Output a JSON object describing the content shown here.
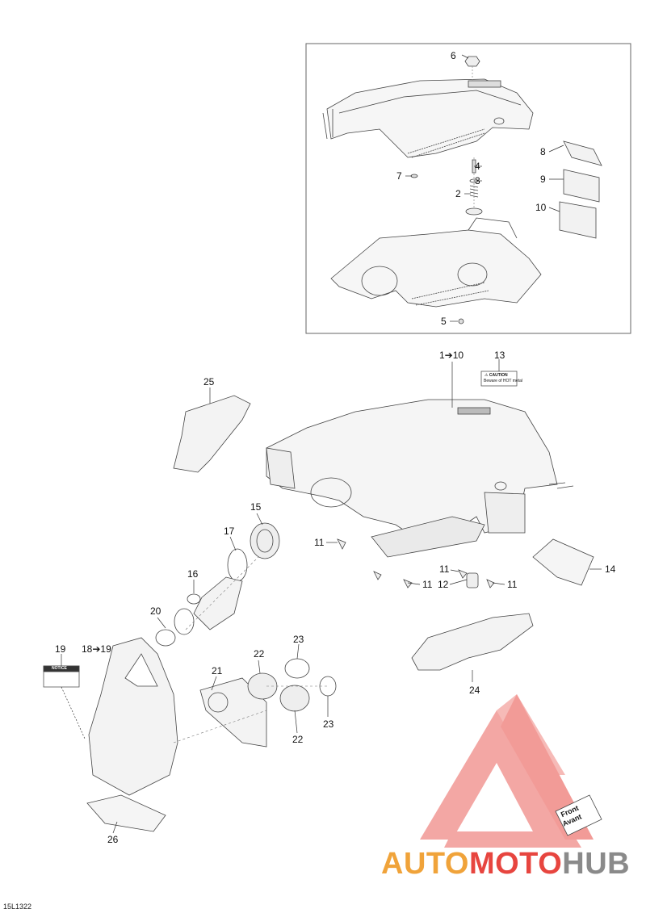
{
  "diagram": {
    "drawing_code": "15L1322",
    "callouts": [
      {
        "id": "c6",
        "text": "6"
      },
      {
        "id": "c8",
        "text": "8"
      },
      {
        "id": "c4",
        "text": "4"
      },
      {
        "id": "c7",
        "text": "7"
      },
      {
        "id": "c3",
        "text": "3"
      },
      {
        "id": "c9",
        "text": "9"
      },
      {
        "id": "c2",
        "text": "2"
      },
      {
        "id": "c10",
        "text": "10"
      },
      {
        "id": "c5",
        "text": "5"
      },
      {
        "id": "c1to10",
        "text": "1➔10"
      },
      {
        "id": "c13",
        "text": "13"
      },
      {
        "id": "c25",
        "text": "25"
      },
      {
        "id": "c15",
        "text": "15"
      },
      {
        "id": "c17",
        "text": "17"
      },
      {
        "id": "c11a",
        "text": "11"
      },
      {
        "id": "c14",
        "text": "14"
      },
      {
        "id": "c11b",
        "text": "11"
      },
      {
        "id": "c11c",
        "text": "11"
      },
      {
        "id": "c12",
        "text": "12"
      },
      {
        "id": "c11d",
        "text": "11"
      },
      {
        "id": "c16",
        "text": "16"
      },
      {
        "id": "c20",
        "text": "20"
      },
      {
        "id": "c19",
        "text": "19"
      },
      {
        "id": "c18to19",
        "text": "18➔19"
      },
      {
        "id": "c22a",
        "text": "22"
      },
      {
        "id": "c23a",
        "text": "23"
      },
      {
        "id": "c21",
        "text": "21"
      },
      {
        "id": "c24",
        "text": "24"
      },
      {
        "id": "c22b",
        "text": "22"
      },
      {
        "id": "c23b",
        "text": "23"
      },
      {
        "id": "c26",
        "text": "26"
      }
    ],
    "caution_label": {
      "title": "⚠ CAUTION",
      "text": "Beware of HOT metal"
    },
    "notice_label": {
      "title": "NOTICE"
    },
    "front_marker": {
      "line1": "Front",
      "line2": "Avant"
    }
  },
  "watermark": {
    "part1": "AUTO",
    "part2": "MOTO",
    "part3": "HUB",
    "colors": {
      "orange": "#f0a33a",
      "red": "#e7453f",
      "grey": "#8a8a8a"
    }
  }
}
